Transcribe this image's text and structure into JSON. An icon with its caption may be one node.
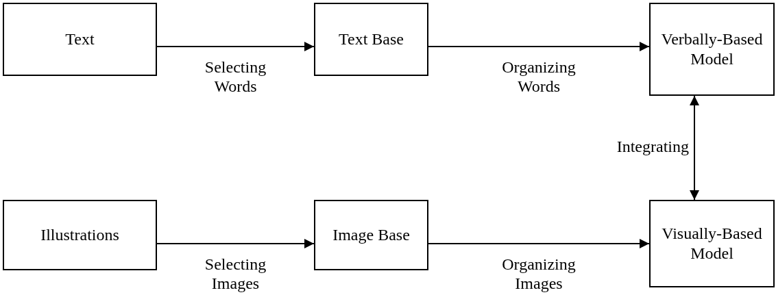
{
  "diagram": {
    "nodes": [
      {
        "text": [
          "Text"
        ]
      },
      {
        "text": [
          "Text Base"
        ]
      },
      {
        "text": [
          "Verbally-Based Model"
        ]
      },
      {
        "text": [
          "Illustrations"
        ]
      },
      {
        "text": [
          "Image Base"
        ]
      },
      {
        "text": [
          "Visually-Based Model"
        ]
      }
    ],
    "edges": [
      {
        "from": 0,
        "to": 1,
        "arrow": "to",
        "label": "Selecting Words"
      },
      {
        "from": 1,
        "to": 2,
        "arrow": "to",
        "label": "Organizing Words"
      },
      {
        "from": 3,
        "to": 4,
        "arrow": "to",
        "label": "Selecting Images"
      },
      {
        "from": 4,
        "to": 5,
        "arrow": "to",
        "label": "Organizing Images"
      },
      {
        "from": 2,
        "to": 5,
        "arrow": "both",
        "label": "Integrating"
      }
    ]
  }
}
